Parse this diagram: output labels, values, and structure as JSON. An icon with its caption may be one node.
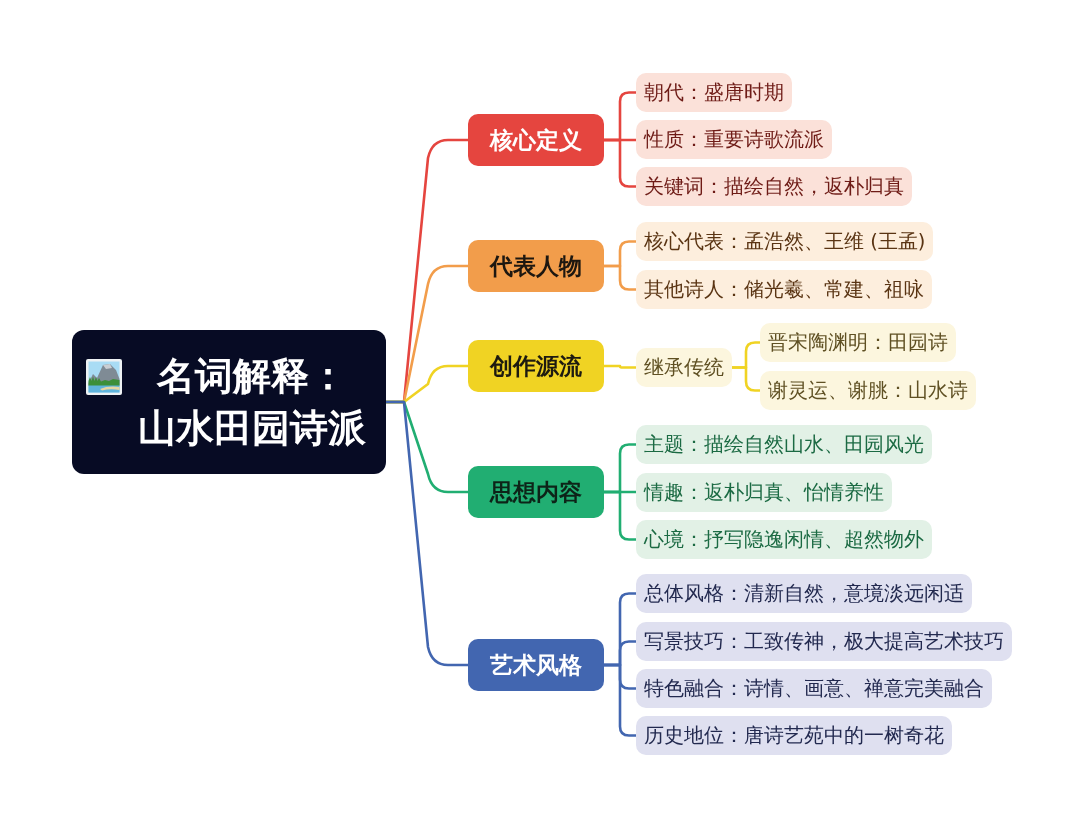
{
  "diagram": {
    "nodes": [
      {
        "text": [
          "名词解释：山水田园诗派"
        ]
      },
      {
        "text": [
          "核心定义"
        ]
      },
      {
        "text": [
          "朝代：盛唐时期"
        ]
      },
      {
        "text": [
          "性质：重要诗歌流派"
        ]
      },
      {
        "text": [
          "关键词：描绘自然，返朴归真"
        ]
      },
      {
        "text": [
          "代表人物"
        ]
      },
      {
        "text": [
          "核心代表：孟浩然、王维 (王孟)"
        ]
      },
      {
        "text": [
          "其他诗人：储光羲、常建、祖咏"
        ]
      },
      {
        "text": [
          "创作源流"
        ]
      },
      {
        "text": [
          "继承传统"
        ]
      },
      {
        "text": [
          "晋宋陶渊明：田园诗"
        ]
      },
      {
        "text": [
          "谢灵运、谢朓：山水诗"
        ]
      },
      {
        "text": [
          "思想内容"
        ]
      },
      {
        "text": [
          "主题：描绘自然山水、田园风光"
        ]
      },
      {
        "text": [
          "情趣：返朴归真、怡情养性"
        ]
      },
      {
        "text": [
          "心境：抒写隐逸闲情、超然物外"
        ]
      },
      {
        "text": [
          "艺术风格"
        ]
      },
      {
        "text": [
          "总体风格：清新自然，意境淡远闲适"
        ]
      },
      {
        "text": [
          "写景技巧：工致传神，极大提高艺术技巧"
        ]
      },
      {
        "text": [
          "特色融合：诗情、画意、禅意完美融合"
        ]
      },
      {
        "text": [
          "历史地位：唐诗艺苑中的一树奇花"
        ]
      }
    ],
    "edges": [
      {
        "from": 0,
        "to": 1,
        "arrow": "none",
        "color": "#e5453f"
      },
      {
        "from": 0,
        "to": 5,
        "arrow": "none",
        "color": "#f29d4b"
      },
      {
        "from": 0,
        "to": 8,
        "arrow": "none",
        "color": "#f0d323"
      },
      {
        "from": 0,
        "to": 12,
        "arrow": "none",
        "color": "#21ae72"
      },
      {
        "from": 0,
        "to": 16,
        "arrow": "none",
        "color": "#4266b0"
      },
      {
        "from": 1,
        "to": 2,
        "arrow": "none",
        "color": "#e5453f"
      },
      {
        "from": 1,
        "to": 3,
        "arrow": "none",
        "color": "#e5453f"
      },
      {
        "from": 1,
        "to": 4,
        "arrow": "none",
        "color": "#e5453f"
      },
      {
        "from": 5,
        "to": 6,
        "arrow": "none",
        "color": "#f29d4b"
      },
      {
        "from": 5,
        "to": 7,
        "arrow": "none",
        "color": "#f29d4b"
      },
      {
        "from": 8,
        "to": 9,
        "arrow": "none",
        "color": "#f0d323"
      },
      {
        "from": 9,
        "to": 10,
        "arrow": "none",
        "color": "#f0d323"
      },
      {
        "from": 9,
        "to": 11,
        "arrow": "none",
        "color": "#f0d323"
      },
      {
        "from": 12,
        "to": 13,
        "arrow": "none",
        "color": "#21ae72"
      },
      {
        "from": 12,
        "to": 14,
        "arrow": "none",
        "color": "#21ae72"
      },
      {
        "from": 12,
        "to": 15,
        "arrow": "none",
        "color": "#21ae72"
      },
      {
        "from": 16,
        "to": 17,
        "arrow": "none",
        "color": "#4266b0"
      },
      {
        "from": 16,
        "to": 18,
        "arrow": "none",
        "color": "#4266b0"
      },
      {
        "from": 16,
        "to": 19,
        "arrow": "none",
        "color": "#4266b0"
      },
      {
        "from": 16,
        "to": 20,
        "arrow": "none",
        "color": "#4266b0"
      }
    ]
  }
}
